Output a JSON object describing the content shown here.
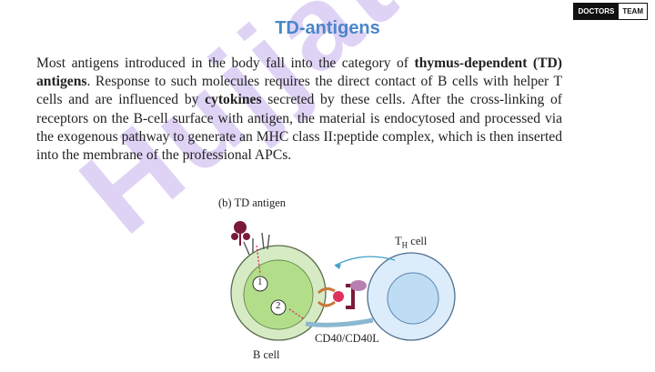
{
  "header": {
    "logo_left": "DOCTORS",
    "logo_right": "TEAM",
    "title": "TD-antigens"
  },
  "body": {
    "p1": "Most antigens introduced in the body fall into the category of ",
    "b1": "thymus-dependent (TD) antigens",
    "p2": ". Response to such molecules requires the direct contact of B cells with helper T cells and are influenced by ",
    "b2": "cytokines",
    "p3": " secreted by these cells. After the cross-linking of receptors on the B-cell surface with antigen, the material is endocytosed and processed via the exogenous pathway to generate an MHC class II:peptide complex, which is then inserted into the membrane of the professional APCs."
  },
  "figure": {
    "panel_label": "(b)  TD antigen",
    "th_cell_label": "T",
    "th_cell_sub": "H",
    "th_cell_suffix": " cell",
    "step_1": "1",
    "step_2": "2",
    "cd40_label": "CD40/CD40L",
    "b_cell_label": "B cell"
  },
  "watermark": {
    "text": "Hujjat A"
  },
  "colors": {
    "title": "#4a86c8",
    "watermark": "#b296e6",
    "b_cell_fill": "#d6ebc4",
    "b_nucleus_fill": "#b2de8a",
    "t_cell_fill": "#dcecfa",
    "t_nucleus_fill": "#bfdcf5",
    "receptor": "#7a1a3a",
    "arrow": "#e0305c"
  }
}
